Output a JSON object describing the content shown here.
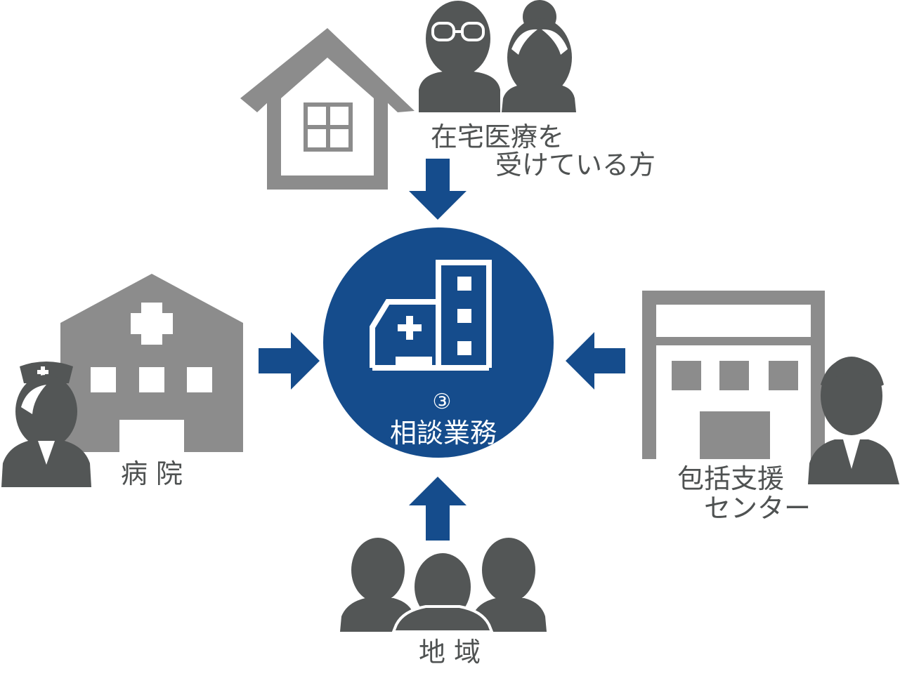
{
  "center": {
    "number": "③",
    "label": "相談業務"
  },
  "nodes": {
    "home_patient": {
      "line1": "在宅医療を",
      "line2": "受けている方"
    },
    "hospital": {
      "label": "病 院"
    },
    "support_center": {
      "line1": "包括支援",
      "line2": "センター"
    },
    "community": {
      "label": "地 域"
    }
  },
  "colors": {
    "navy": "#154c8c",
    "gray_building": "#8c8c8c",
    "dark_person": "#535656",
    "white": "#ffffff"
  }
}
